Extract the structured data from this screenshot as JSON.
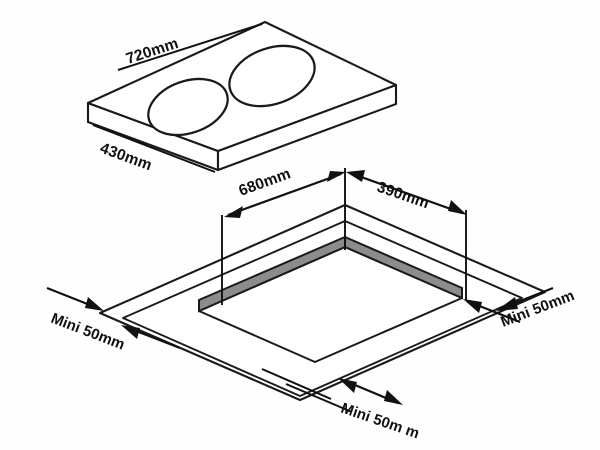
{
  "drawing": {
    "title": "Cooktop installation dimension drawing",
    "background_color": "#fefefe",
    "line_color": "#1a1a1a",
    "shade_color": "#8a8d8c"
  },
  "appliance": {
    "name": "two-burner cooktop slab",
    "width_label": "720mm",
    "depth_label": "430mm",
    "burner_count": 2,
    "burners": [
      {
        "name": "burner-front-left"
      },
      {
        "name": "burner-rear-right"
      }
    ]
  },
  "cutout": {
    "name": "countertop cutout",
    "width_label": "680mm",
    "depth_label": "390mm"
  },
  "clearances": [
    {
      "id": "left",
      "label": "Mini 50mm"
    },
    {
      "id": "right",
      "label": "Mini 50mm"
    },
    {
      "id": "front",
      "label": "Mini 50m m"
    }
  ]
}
